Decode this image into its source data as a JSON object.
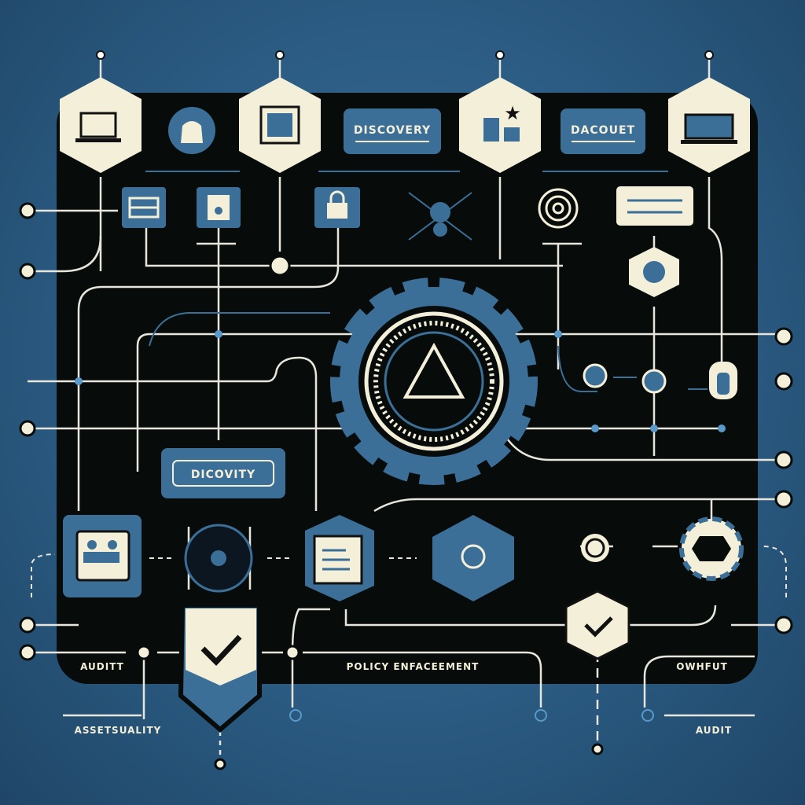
{
  "labels": {
    "discovery_top": "DISCOVERY",
    "dacouet": "DACOUET",
    "dicovity": "DICOVITY",
    "auditt": "AUDITT",
    "policy": "POLICY ENFACEEMENT",
    "owhfut": "OWHFUT",
    "assetsuality": "ASSETSUALITY",
    "audit_bottom": "AUDIT"
  },
  "colors": {
    "panel": "#070c0b",
    "blue": "#3c6f98",
    "cream": "#f4efd9",
    "line": "#e8e6dc"
  }
}
